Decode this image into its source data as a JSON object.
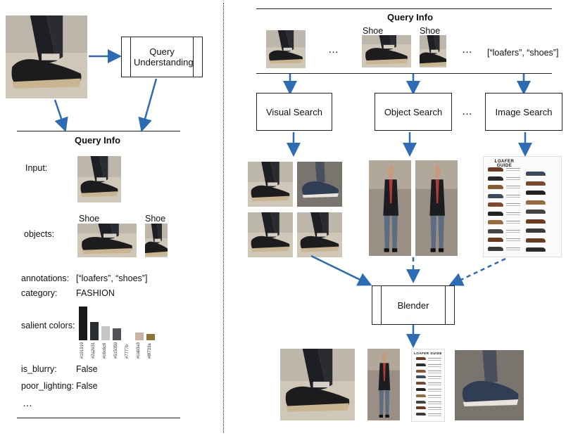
{
  "left": {
    "query_understanding_label": "Query Understanding",
    "query_info_title": "Query Info",
    "input_label": "Input:",
    "objects_label": "objects:",
    "object_tag_1": "Shoe",
    "object_tag_2": "Shoe",
    "annotations_label": "annotations:",
    "annotations_value": "[“loafers”, “shoes”]",
    "category_label": "category:",
    "category_value": "FASHION",
    "salient_colors_label": "salient colors:",
    "is_blurry_label": "is_blurry:",
    "is_blurry_value": "False",
    "poor_lighting_label": "poor_lighting:",
    "poor_lighting_value": "False",
    "more": "…"
  },
  "colors": [
    {
      "hex": "#191919",
      "label": "#191919",
      "value": 1.0
    },
    {
      "hex": "#2a2e31",
      "label": "#2a2e31",
      "value": 0.55
    },
    {
      "hex": "#c6c6c6",
      "label": "#c6c6c6",
      "value": 0.42
    },
    {
      "hex": "#515359",
      "label": "#515359",
      "value": 0.36
    },
    {
      "hex": "#7777b",
      "label": "#7777b",
      "value": 0.28
    },
    {
      "hex": "#cab3a3",
      "label": "#cab3a3",
      "value": 0.22
    },
    {
      "hex": "#8f733a",
      "label": "#8f733a",
      "value": 0.18
    }
  ],
  "right": {
    "query_info_title": "Query Info",
    "shoe_tag_1": "Shoe",
    "shoe_tag_2": "Shoe",
    "ellipsis_1": "…",
    "ellipsis_2": "…",
    "annotations_value": "[“loafers”, “shoes”]",
    "visual_search_label": "Visual Search",
    "object_search_label": "Object Search",
    "image_search_label": "Image Search",
    "search_ellipsis": "…",
    "blender_label": "Blender",
    "guide_title": "LOAFER GUIDE",
    "guide_title_2": "LOAFER GUIDE"
  },
  "accent": "#2b6cb5"
}
